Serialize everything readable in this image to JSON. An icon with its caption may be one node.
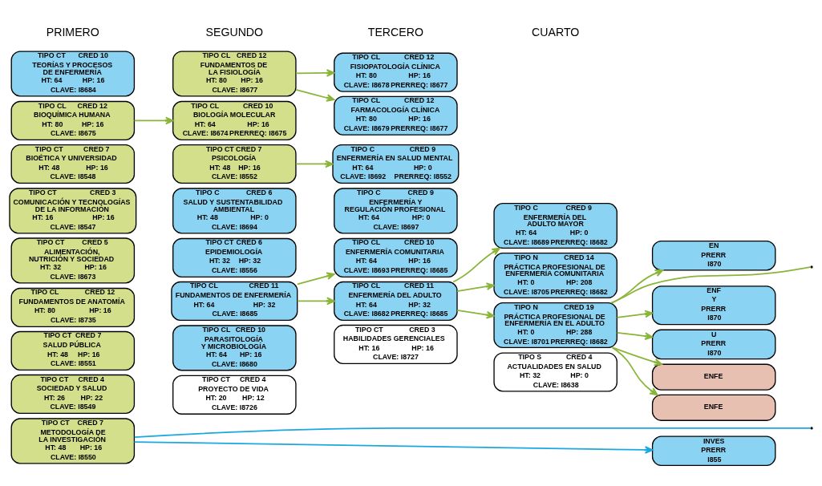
{
  "diagram": {
    "nodes": [
      {
        "text": [
          "TIPO CT",
          "CRED 10",
          "TEORÍAS Y PROCESOS DE ENFERMERÍA",
          "HT: 64",
          "HP: 16",
          "CLAVE: I8684"
        ]
      },
      {
        "text": [
          "TIPO CL",
          "CRED 12",
          "BIOQUÍMICA HUMANA",
          "HT: 80",
          "HP: 16",
          "CLAVE: I8675"
        ]
      },
      {
        "text": [
          "TIPO CT",
          "CRED 7",
          "BIOÉTICA Y UNIVERSIDAD",
          "HT: 48",
          "HP: 16",
          "CLAVE: I8548"
        ]
      },
      {
        "text": [
          "TIPO CT",
          "CRED 3",
          "COMUNICACIÓN Y TECNOLOGÍAS DE LA INFORMACIÓN",
          "HT: 16",
          "HP: 16",
          "CLAVE: I8547"
        ]
      },
      {
        "text": [
          "TIPO CT",
          "CRED 5",
          "ALIMENTACIÓN, NUTRICIÓN Y SOCIEDAD",
          "HT: 32",
          "HP: 16",
          "CLAVE: I8673"
        ]
      },
      {
        "text": [
          "TIPO CL",
          "CRED 12",
          "FUNDAMENTOS DE ANATOMÍA",
          "HT: 80",
          "HP: 16",
          "CLAVE: I8735"
        ]
      },
      {
        "text": [
          "TIPO CT",
          "CRED 7",
          "SALUD PÚBLICA",
          "HT: 48",
          "HP: 16",
          "CLAVE: I8551"
        ]
      },
      {
        "text": [
          "TIPO CT",
          "CRED 4",
          "SOCIEDAD Y SALUD",
          "HT: 26",
          "HP: 22",
          "CLAVE: I8549"
        ]
      },
      {
        "text": [
          "TIPO CT",
          "CRED 7",
          "METODOLOGÍA DE LA INVESTIGACIÓN",
          "HT: 48",
          "HP: 16",
          "CLAVE: I8550"
        ]
      },
      {
        "text": [
          "TIPO CL",
          "CRED 12",
          "FUNDAMENTOS DE LA FISIOLOGÍA",
          "HT: 80",
          "HP: 16",
          "CLAVE: I8677"
        ]
      },
      {
        "text": [
          "TIPO CL",
          "CRED 10",
          "BIOLOGÍA MOLECULAR",
          "HT: 64",
          "HP: 16",
          "CLAVE: I8674",
          "PRERREQ: I8675"
        ]
      },
      {
        "text": [
          "TIPO CT",
          "CRED 7",
          "PSICOLOGÍA",
          "HT: 48",
          "HP: 16",
          "CLAVE: I8552"
        ]
      },
      {
        "text": [
          "TIPO C",
          "CRED 6",
          "SALUD Y SUSTENTABILIDAD AMBIENTAL",
          "HT: 48",
          "HP: 0",
          "CLAVE: I8694"
        ]
      },
      {
        "text": [
          "TIPO CT",
          "CRED 6",
          "EPIDEMIOLOGÍA",
          "HT: 32",
          "HP: 32",
          "CLAVE: I8556"
        ]
      },
      {
        "text": [
          "TIPO CL",
          "CRED 11",
          "FUNDAMENTOS DE ENFERMERÍA",
          "HT: 64",
          "HP: 32",
          "CLAVE: I8685"
        ]
      },
      {
        "text": [
          "TIPO CL",
          "CRED 10",
          "PARASITOLOGÍA Y MICROBIOLOGÍA",
          "HT: 64",
          "HP: 16",
          "CLAVE: I8680"
        ]
      },
      {
        "text": [
          "TIPO CT",
          "CRED 4",
          "PROYECTO DE VIDA",
          "HT: 20",
          "HP: 12",
          "CLAVE: I8726"
        ]
      },
      {
        "text": [
          "TIPO CL",
          "CRED 12",
          "FISIOPATOLOGÍA CLÍNICA",
          "HT: 80",
          "HP: 16",
          "CLAVE: I8678",
          "PRERREQ: I8677"
        ]
      },
      {
        "text": [
          "TIPO CL",
          "CRED 12",
          "FARMACOLOGÍA CLÍNICA",
          "HT: 80",
          "HP: 16",
          "CLAVE: I8679",
          "PRERREQ: I8677"
        ]
      },
      {
        "text": [
          "TIPO C",
          "CRED 9",
          "ENFERMERÍA EN SALUD MENTAL",
          "HT: 64",
          "HP: 0",
          "CLAVE: I8692",
          "PRERREQ: I8552"
        ]
      },
      {
        "text": [
          "TIPO C",
          "CRED 9",
          "ENFERMERÍA Y REGULACIÓN PROFESIONAL",
          "HT: 64",
          "HP: 0",
          "CLAVE: I8697"
        ]
      },
      {
        "text": [
          "TIPO CL",
          "CRED 10",
          "ENFERMERÍA COMUNITARIA",
          "HT: 64",
          "HP: 16",
          "CLAVE: I8693",
          "PRERREQ: I8685"
        ]
      },
      {
        "text": [
          "TIPO CL",
          "CRED 11",
          "ENFERMERÍA DEL ADULTO",
          "HT: 64",
          "HP: 32",
          "CLAVE: I8682",
          "PRERREQ: I8685"
        ]
      },
      {
        "text": [
          "TIPO CT",
          "CRED 3",
          "HABILIDADES GERENCIALES",
          "HT: 16",
          "HP: 16",
          "CLAVE: I8727"
        ]
      },
      {
        "text": [
          "TIPO C",
          "CRED 9",
          "ENFERMERÍA DEL ADULTO MAYOR",
          "HT: 64",
          "HP: 0",
          "CLAVE: I8689",
          "PRERREQ: I8682"
        ]
      },
      {
        "text": [
          "TIPO N",
          "CRED 14",
          "PRÁCTICA PROFESIONAL DE ENFERMERÍA COMUNITARIA",
          "HT: 0",
          "HP: 208",
          "CLAVE: I8705",
          "PRERREQ: I8682"
        ]
      },
      {
        "text": [
          "TIPO N",
          "CRED 19",
          "PRÁCTICA PROFESIONAL DE ENFERMERÍA EN EL ADULTO",
          "HT: 0",
          "HP: 288",
          "CLAVE: I8701",
          "PRERREQ: I8682"
        ]
      },
      {
        "text": [
          "TIPO S",
          "CRED 4",
          "ACTUALIDADES EN SALUD",
          "HT: 32",
          "HP: 0",
          "CLAVE: I8638"
        ]
      },
      {
        "text": [
          "EN",
          "PRERR",
          "I870"
        ]
      },
      {
        "text": [
          "ENF",
          "Y",
          "PRERR",
          "I870"
        ]
      },
      {
        "text": [
          "U",
          "PRERR",
          "I870"
        ]
      },
      {
        "text": [
          "ENFE"
        ]
      },
      {
        "text": [
          "ENFE"
        ]
      },
      {
        "text": [
          "INVES",
          "PRERR",
          "I855"
        ]
      }
    ],
    "edges": [
      {
        "from": 1,
        "to": 10,
        "arrow": "to"
      },
      {
        "from": 9,
        "to": 17,
        "arrow": "to"
      },
      {
        "from": 9,
        "to": 18,
        "arrow": "to"
      },
      {
        "from": 11,
        "to": 19,
        "arrow": "to"
      },
      {
        "from": 14,
        "to": 21,
        "arrow": "to"
      },
      {
        "from": 14,
        "to": 22,
        "arrow": "to"
      },
      {
        "from": 22,
        "to": 24,
        "arrow": "to"
      },
      {
        "from": 22,
        "to": 25,
        "arrow": "to"
      },
      {
        "from": 22,
        "to": 26,
        "arrow": "to"
      },
      {
        "from": 26,
        "to": 28,
        "arrow": "to"
      },
      {
        "from": 26,
        "to": 29,
        "arrow": "to"
      },
      {
        "from": 26,
        "to": 30,
        "arrow": "to"
      },
      {
        "from": 26,
        "to": 31,
        "arrow": "to"
      },
      {
        "from": 26,
        "to": 32,
        "arrow": "to"
      },
      {
        "from": 26,
        "to": null,
        "arrow": "none"
      },
      {
        "from": 8,
        "to": 33,
        "arrow": "to",
        "color": "#1ba8e0"
      },
      {
        "from": 8,
        "to": null,
        "arrow": "none",
        "color": "#1ba8e0"
      }
    ],
    "labels": [
      "PRIMERO",
      "SEGUNDO",
      "TERCERO",
      "CUARTO"
    ]
  }
}
